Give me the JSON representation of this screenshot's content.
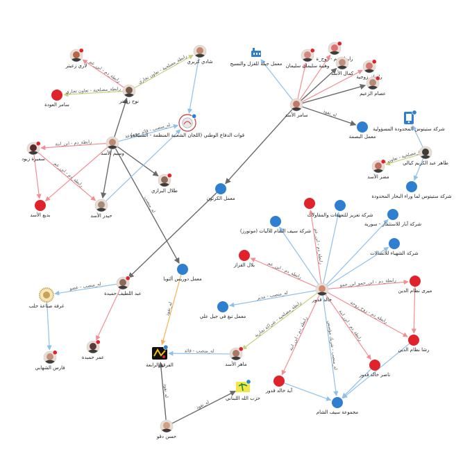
{
  "colors": {
    "node_blue": "#2f7fd1",
    "node_red": "#e0222b",
    "edge_gray": "#6a6a6a",
    "edge_lightblue": "#8ec0ea",
    "edge_pink": "#ef8f94",
    "edge_olive": "#c9cf7c",
    "edge_orange": "#f4b25a",
    "badge_red": "#e0222b",
    "badge_blue": "#2f7fd1"
  },
  "nodes": [
    {
      "id": "lary",
      "label": "لاري زعيتر",
      "kind": "photo",
      "fill": "#b5654a",
      "badge": "red"
    },
    {
      "id": "samer_awda",
      "label": "سامر العودة",
      "kind": "circle",
      "fill": "red"
    },
    {
      "id": "noah",
      "label": "نوح زعيتر",
      "kind": "photo",
      "fill": "#7a5a46",
      "badge": ""
    },
    {
      "id": "shadi",
      "label": "شادي كزبري",
      "kind": "photo",
      "fill": "#c08a6e",
      "badge": ""
    },
    {
      "id": "quwat",
      "label": "(قوات الدفاع الوطني (اللجان الشعبية المنظمة - الشبيحة",
      "kind": "logo",
      "fill": "#f0f0f0",
      "badge": "blue"
    },
    {
      "id": "wasim",
      "label": "وسيم الأسد",
      "kind": "photo",
      "fill": "#b88a74",
      "badge": ""
    },
    {
      "id": "samira",
      "label": "سميرة زيود",
      "kind": "photo",
      "fill": "#5a2a2a",
      "badge": "red"
    },
    {
      "id": "badee",
      "label": "بديع الأسد",
      "kind": "circle",
      "fill": "red"
    },
    {
      "id": "haidar",
      "label": "حيدر الأسد",
      "kind": "photo",
      "fill": "#a58a78",
      "badge": ""
    },
    {
      "id": "talal",
      "label": "طلال البرازي",
      "kind": "photo",
      "fill": "#8a6a58",
      "badge": "red"
    },
    {
      "id": "jabla",
      "label": "معمل جبلة للغزل والنسيج",
      "kind": "factory",
      "fill": "#2f7fd1",
      "badge": ""
    },
    {
      "id": "rabta_zawj",
      "label": "رابطة_دم - زوج_ة",
      "kind": "photo",
      "fill": "#e07070",
      "badge": "red"
    },
    {
      "id": "wahiba",
      "label": "وهيبة سليمان سليمان",
      "kind": "photo",
      "fill": "#d38a80",
      "badge": "red"
    },
    {
      "id": "rabta_zawjia",
      "label": "رابطة_زوجية",
      "kind": "photo",
      "fill": "#d07a72",
      "badge": "red"
    },
    {
      "id": "kamal",
      "label": "كمال الأسد",
      "kind": "photo",
      "fill": "#c08f7d",
      "badge": ""
    },
    {
      "id": "issam",
      "label": "عصام الزعيم",
      "kind": "photo",
      "fill": "#b58a76",
      "badge": "red"
    },
    {
      "id": "samer_asad",
      "label": "سامر الأسد",
      "kind": "photo",
      "fill": "#c07a6a",
      "badge": ""
    },
    {
      "id": "basma",
      "label": "معمل البصمة",
      "kind": "circle",
      "fill": "blue"
    },
    {
      "id": "steel1",
      "label": "شركة ستيتوس المحدودة المسؤولية",
      "kind": "phone",
      "fill": "#2f7fd1",
      "badge": "blue"
    },
    {
      "id": "tahir",
      "label": "طاهر عبد الكريم كيالي",
      "kind": "photo",
      "fill": "#3a3a3a",
      "badge": ""
    },
    {
      "id": "madar",
      "label": "مضر الأسد",
      "kind": "photo",
      "fill": "#c07060",
      "badge": "red"
    },
    {
      "id": "steel2",
      "label": "شركة ستيتوس لما وراء البحار المحدودة",
      "kind": "circle",
      "fill": "blue"
    },
    {
      "id": "kartoon",
      "label": "معمل الكرتون",
      "kind": "circle",
      "fill": "blue"
    },
    {
      "id": "tazeez",
      "label": "شركة تعزيز للتعهدات والمقاولات",
      "kind": "circle",
      "fill": "blue"
    },
    {
      "id": "circle_red_top",
      "label": "",
      "kind": "circle",
      "fill": "red"
    },
    {
      "id": "aber",
      "label": "شركة آبار للاستثمار - سورية",
      "kind": "circle",
      "fill": "blue"
    },
    {
      "id": "saif_motors",
      "label": "(شركة سيف الشام للآليات (موتورز",
      "kind": "circle",
      "fill": "blue"
    },
    {
      "id": "shahba",
      "label": "شركة الشهباء للاتصالات",
      "kind": "circle",
      "fill": "blue"
    },
    {
      "id": "bilal",
      "label": "بلال القزاز",
      "kind": "circle",
      "fill": "red"
    },
    {
      "id": "mira",
      "label": "ميرى نظام الدين",
      "kind": "circle",
      "fill": "red"
    },
    {
      "id": "khaled",
      "label": "خالد قدور",
      "kind": "photo",
      "fill": "#d08a72",
      "badge": ""
    },
    {
      "id": "abdellatif",
      "label": "عبد اللطيف حميدة",
      "kind": "photo",
      "fill": "#8a6a5a",
      "badge": "red"
    },
    {
      "id": "ghorfa",
      "label": "غرفة صناعة حلب",
      "kind": "seal",
      "fill": "#c7a35a",
      "badge": ""
    },
    {
      "id": "douris",
      "label": "معمل دوريس ألتوبا",
      "kind": "circle",
      "fill": "blue"
    },
    {
      "id": "jablehc",
      "label": "معمل تبغ في جبل علي",
      "kind": "circle",
      "fill": "blue"
    },
    {
      "id": "fares",
      "label": "فارس الشهابي",
      "kind": "photo",
      "fill": "#c09078",
      "badge": "red"
    },
    {
      "id": "omar",
      "label": "عمر حميدة",
      "kind": "photo",
      "fill": "#5a3a3a",
      "badge": "red"
    },
    {
      "id": "firqa",
      "label": "الفرقة الرابعة",
      "kind": "firqa",
      "fill": "#111",
      "badge": "blue"
    },
    {
      "id": "maher",
      "label": "ماهر الأسد",
      "kind": "photo",
      "fill": "#a87a64",
      "badge": "red"
    },
    {
      "id": "rasha",
      "label": "رشا نظام الدين",
      "kind": "circle",
      "fill": "red"
    },
    {
      "id": "nasser",
      "label": "ناصر خالد قدور",
      "kind": "circle",
      "fill": "red"
    },
    {
      "id": "aya",
      "label": "آية خالد قدور",
      "kind": "circle",
      "fill": "red"
    },
    {
      "id": "majmouat",
      "label": "مجموعة سيف الشام",
      "kind": "circle",
      "fill": "blue"
    },
    {
      "id": "hezbollah",
      "label": "حزب الله اللبناني",
      "kind": "flag",
      "fill": "#f4e64a",
      "badge": "blue"
    },
    {
      "id": "hassan",
      "label": "حسن دقو",
      "kind": "photo",
      "fill": "#d0a080",
      "badge": ""
    }
  ],
  "edges": [
    {
      "from": "noah",
      "to": "lary",
      "label": "رابطة_دم - ابن_عم",
      "color": "edge_pink"
    },
    {
      "from": "noah",
      "to": "samer_awda",
      "label": "رابطة_مصلحية - تعاون تجاري",
      "color": "edge_olive"
    },
    {
      "from": "noah",
      "to": "shadi",
      "label": "رابطة_مصلحية - تعاون تجاري",
      "color": "edge_olive"
    },
    {
      "from": "wasim",
      "to": "noah",
      "label": "",
      "color": "edge_gray"
    },
    {
      "from": "wasim",
      "to": "quwat",
      "label": "له_منصب - قائد مجموعة",
      "color": "edge_lightblue"
    },
    {
      "from": "shadi",
      "to": "quwat",
      "label": "",
      "color": "edge_lightblue"
    },
    {
      "from": "wasim",
      "to": "samira",
      "label": "رابطة_دم - ابن_ابنة",
      "color": "edge_pink"
    },
    {
      "from": "samira",
      "to": "badee",
      "label": "",
      "color": "edge_pink"
    },
    {
      "from": "wasim",
      "to": "badee",
      "label": "",
      "color": "edge_pink"
    },
    {
      "from": "samira",
      "to": "haidar",
      "label": "رابطة_دم - ابن_عم",
      "color": "edge_pink"
    },
    {
      "from": "wasim",
      "to": "haidar",
      "label": "",
      "color": "edge_gray"
    },
    {
      "from": "wasim",
      "to": "talal",
      "label": "",
      "color": "edge_gray"
    },
    {
      "from": "wasim",
      "to": "douris",
      "label": "له_منصب",
      "color": "edge_gray"
    },
    {
      "from": "haidar",
      "to": "quwat",
      "label": "",
      "color": "edge_lightblue"
    },
    {
      "from": "samer_asad",
      "to": "jabla",
      "label": "",
      "color": "edge_lightblue"
    },
    {
      "from": "samer_asad",
      "to": "rabta_zawj",
      "label": "",
      "color": "edge_pink"
    },
    {
      "from": "samer_asad",
      "to": "wahiba",
      "label": "",
      "color": "edge_pink"
    },
    {
      "from": "samer_asad",
      "to": "rabta_zawjia",
      "label": "",
      "color": "edge_pink"
    },
    {
      "from": "samer_asad",
      "to": "kamal",
      "label": "",
      "color": "edge_gray"
    },
    {
      "from": "samer_asad",
      "to": "issam",
      "label": "",
      "color": "edge_gray"
    },
    {
      "from": "samer_asad",
      "to": "basma",
      "label": "له_نفوذ",
      "color": "edge_gray"
    },
    {
      "from": "samer_asad",
      "to": "kartoon",
      "label": "",
      "color": "edge_gray"
    },
    {
      "from": "tahir",
      "to": "steel1",
      "label": "",
      "color": "edge_lightblue"
    },
    {
      "from": "tahir",
      "to": "madar",
      "label": "رابطة_مصلحية - تعاون تجاري",
      "color": "edge_olive"
    },
    {
      "from": "tahir",
      "to": "steel2",
      "label": "",
      "color": "edge_lightblue"
    },
    {
      "from": "kartoon",
      "to": "abdellatif",
      "label": "",
      "color": "edge_gray"
    },
    {
      "from": "khaled",
      "to": "tazeez",
      "label": "",
      "color": "edge_lightblue"
    },
    {
      "from": "khaled",
      "to": "circle_red_top",
      "label": "رابطة_دم - ابن_عم",
      "color": "edge_pink"
    },
    {
      "from": "khaled",
      "to": "aber",
      "label": "",
      "color": "edge_lightblue"
    },
    {
      "from": "khaled",
      "to": "saif_motors",
      "label": "",
      "color": "edge_lightblue"
    },
    {
      "from": "khaled",
      "to": "shahba",
      "label": "",
      "color": "edge_lightblue"
    },
    {
      "from": "khaled",
      "to": "bilal",
      "label": "رابطة_دم - ابن_عم",
      "color": "edge_pink"
    },
    {
      "from": "khaled",
      "to": "mira",
      "label": "رابطة_دم - ابن_حمو_ابن_حمو",
      "color": "edge_pink"
    },
    {
      "from": "khaled",
      "to": "jablehc",
      "label": "له_منصب - مدير",
      "color": "edge_lightblue"
    },
    {
      "from": "khaled",
      "to": "maher",
      "label": "رابطة_مصلحية - شراكة تجارية",
      "color": "edge_olive"
    },
    {
      "from": "khaled",
      "to": "rasha",
      "label": "رابطة_دم - زوج_زوجة",
      "color": "edge_pink"
    },
    {
      "from": "khaled",
      "to": "nasser",
      "label": "رابطة_دم - ابن_ابنة",
      "color": "edge_pink"
    },
    {
      "from": "khaled",
      "to": "aya",
      "label": "رابطة_دم - ابن_ابنة",
      "color": "edge_pink"
    },
    {
      "from": "khaled",
      "to": "majmouat",
      "label": "له_منصب - شريك مؤسس",
      "color": "edge_lightblue"
    },
    {
      "from": "mira",
      "to": "rasha",
      "label": "",
      "color": "edge_pink"
    },
    {
      "from": "rasha",
      "to": "majmouat",
      "label": "",
      "color": "edge_lightblue"
    },
    {
      "from": "nasser",
      "to": "majmouat",
      "label": "",
      "color": "edge_lightblue"
    },
    {
      "from": "aya",
      "to": "majmouat",
      "label": "",
      "color": "edge_lightblue"
    },
    {
      "from": "abdellatif",
      "to": "ghorfa",
      "label": "له_منصب - عضو",
      "color": "edge_lightblue"
    },
    {
      "from": "ghorfa",
      "to": "fares",
      "label": "",
      "color": "edge_lightblue"
    },
    {
      "from": "abdellatif",
      "to": "omar",
      "label": "",
      "color": "edge_pink"
    },
    {
      "from": "douris",
      "to": "firqa",
      "label": "له_نفوذ",
      "color": "edge_orange"
    },
    {
      "from": "maher",
      "to": "firqa",
      "label": "له_منصب - قائد",
      "color": "edge_lightblue"
    },
    {
      "from": "hassan",
      "to": "firqa",
      "label": "له_نفوذ",
      "color": "edge_gray"
    },
    {
      "from": "hassan",
      "to": "hezbollah",
      "label": "له_نفوذ",
      "color": "edge_gray"
    }
  ]
}
